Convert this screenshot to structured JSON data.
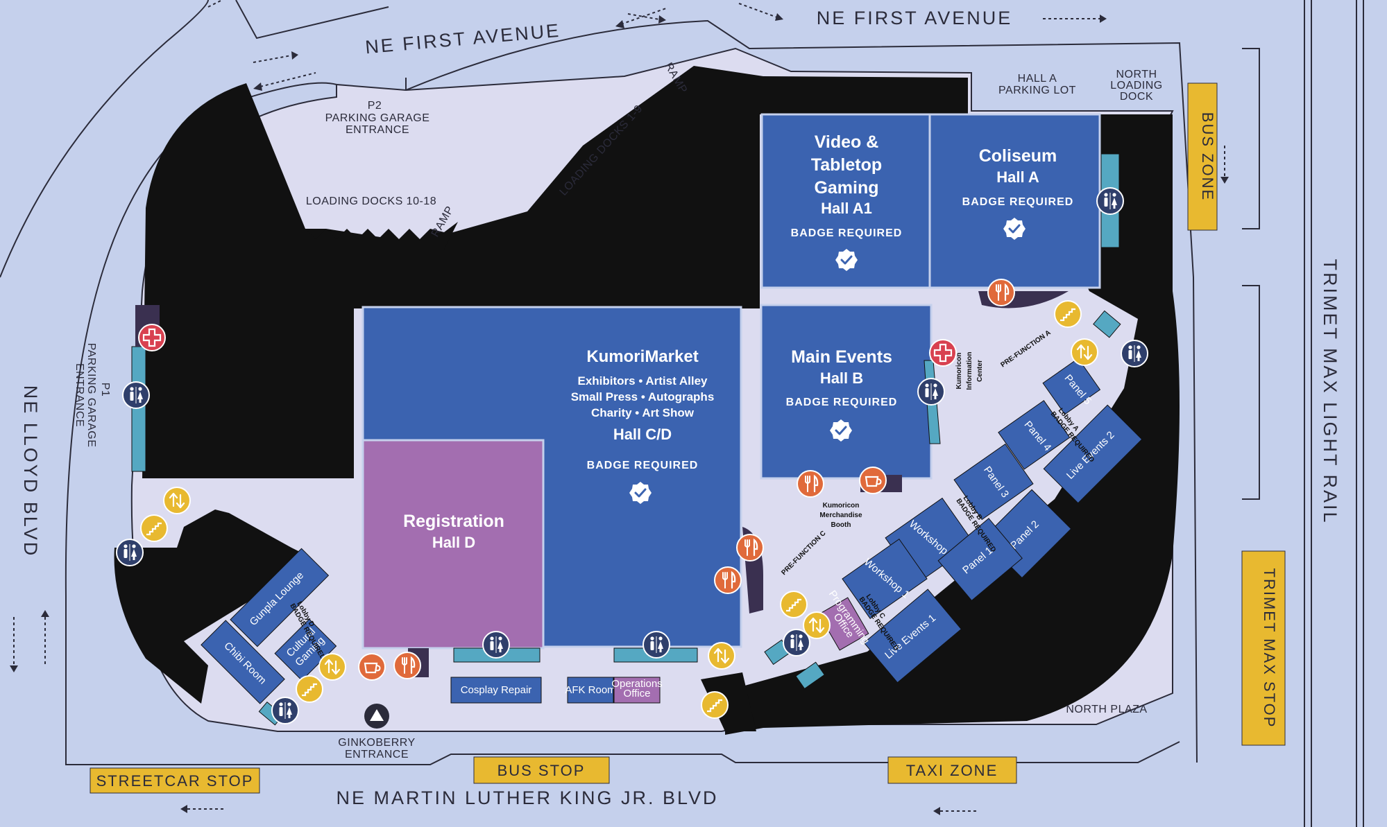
{
  "streets": {
    "first_ave_left": "NE FIRST AVENUE",
    "first_ave_right": "NE FIRST AVENUE",
    "lloyd": "NE LLOYD BLVD",
    "mlk": "NE MARTIN LUTHER KING JR. BLVD",
    "light_rail": "TRIMET MAX LIGHT RAIL"
  },
  "places": {
    "p2_1": "P2",
    "p2_2": "PARKING GARAGE",
    "p2_3": "ENTRANCE",
    "p1_1": "P1",
    "p1_2": "PARKING GARAGE",
    "p1_3": "ENTRANCE",
    "docks_10_18": "LOADING DOCKS 10-18",
    "docks_1_9": "LOADING DOCKS 1-9",
    "ramp_top": "RAMP",
    "ramp_mid": "RAMP",
    "hall_a_lot_1": "HALL A",
    "hall_a_lot_2": "PARKING LOT",
    "north_dock_1": "NORTH",
    "north_dock_2": "LOADING",
    "north_dock_3": "DOCK",
    "north_plaza": "NORTH PLAZA",
    "ginko_1": "GINKOBERRY",
    "ginko_2": "ENTRANCE",
    "info_1": "Kumoricon",
    "info_2": "Information",
    "info_3": "Center",
    "merch_1": "Kumoricon",
    "merch_2": "Merchandise",
    "merch_3": "Booth",
    "prefunction_a": "PRE-FUNCTION A",
    "prefunction_c": "PRE-FUNCTION C"
  },
  "stops": {
    "bus_zone": "BUS ZONE",
    "max_stop": "TRIMET MAX STOP",
    "streetcar": "STREETCAR STOP",
    "bus_stop": "BUS STOP",
    "taxi": "TAXI ZONE"
  },
  "halls": {
    "a1": {
      "l1": "Video &",
      "l2": "Tabletop",
      "l3": "Gaming",
      "l4": "Hall A1",
      "badge": "BADGE REQUIRED"
    },
    "a": {
      "l1": "Coliseum",
      "l2": "Hall A",
      "badge": "BADGE REQUIRED"
    },
    "b": {
      "l1": "Main Events",
      "l2": "Hall B",
      "badge": "BADGE REQUIRED"
    },
    "cd": {
      "title": "KumoriMarket",
      "sub1": "Exhibitors • Artist Alley",
      "sub2": "Small Press • Autographs",
      "sub3": "Charity • Art Show",
      "name": "Hall C/D",
      "badge": "BADGE REQUIRED"
    },
    "d": {
      "l1": "Registration",
      "l2": "Hall D"
    }
  },
  "rooms": {
    "panel5": "Panel 5",
    "panel4": "Panel 4",
    "panel3": "Panel 3",
    "panel2": "Panel 2",
    "panel1": "Panel 1",
    "live2": "Live Events 2",
    "live1": "Live Events 1",
    "workshop2": "Workshop 2",
    "workshop1": "Workshop 1",
    "gunpla": "Gunpla Lounge",
    "chibi": "Chibi Room",
    "cultural1": "Cultural",
    "cultural2": "Gaming",
    "cosplay": "Cosplay Repair",
    "afk": "AFK Room",
    "ops1": "Operations",
    "ops2": "Office",
    "prog1": "Programming",
    "prog2": "Office"
  },
  "lobbies": {
    "a": "Lobby A",
    "b": "Lobby B",
    "c": "Lobby C",
    "d": "Lobby D",
    "badge": "BADGE REQUIRED"
  },
  "colors": {
    "background": "#c5d0ec",
    "building": "#111111",
    "hall": "#3b63b0",
    "registration": "#a36eb0",
    "walkway": "#dcdcf0",
    "stop": "#e8b930",
    "restroom_icon": "#2f3f6b",
    "food_icon": "#e06a3b",
    "first_aid_icon": "#d84150",
    "escalator_icon": "#e8b930"
  },
  "icons": [
    "restroom-icon",
    "food-icon",
    "coffee-icon",
    "first-aid-icon",
    "escalator-icon",
    "elevator-icon",
    "badge-check-icon",
    "entrance-icon",
    "direction-arrow-icon"
  ]
}
